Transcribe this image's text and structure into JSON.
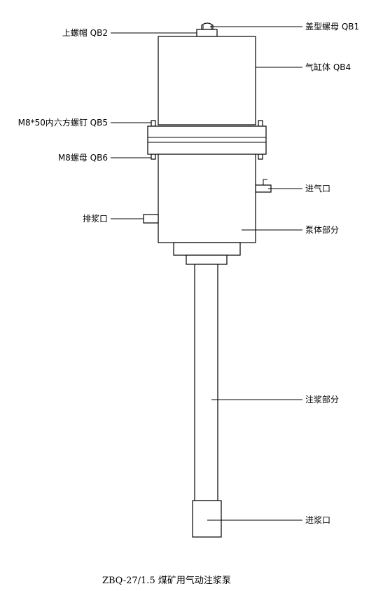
{
  "labels": {
    "cap_nut": "盖型螺母 QB1",
    "top_nut": "上螺帽 QB2",
    "cylinder": "气缸体 QB4",
    "bolt": "M8*50内六方螺钉 QB5",
    "nut": "M8螺母 QB6",
    "air_inlet": "进气口",
    "grout_outlet": "排浆口",
    "pump_body": "泵体部分",
    "injection_part": "注浆部分",
    "grout_inlet": "进浆口"
  },
  "caption": "ZBQ-27/1.5 煤矿用气动注浆泵"
}
